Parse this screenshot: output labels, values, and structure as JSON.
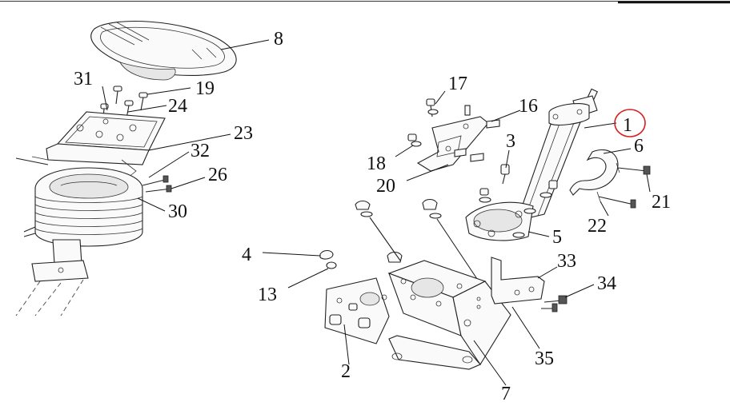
{
  "diagram": {
    "labels": {
      "p1": "1",
      "p2": "2",
      "p3": "3",
      "p4": "4",
      "p5": "5",
      "p6": "6",
      "p7": "7",
      "p8": "8",
      "p13": "13",
      "p16": "16",
      "p17": "17",
      "p18": "18",
      "p19": "19",
      "p20": "20",
      "p21": "21",
      "p22": "22",
      "p23": "23",
      "p24": "24",
      "p26": "26",
      "p30": "30",
      "p31": "31",
      "p32": "32",
      "p33": "33",
      "p34": "34",
      "p35": "35"
    },
    "highlight_color": "#d42020",
    "highlighted_part": "1"
  }
}
